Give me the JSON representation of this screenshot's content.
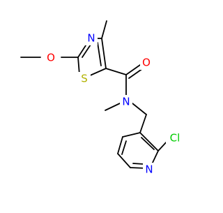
{
  "molecule": {
    "atoms": {
      "methoxy_O": {
        "label": "O",
        "color": "#ff0000"
      },
      "thiazole_N": {
        "label": "N",
        "color": "#0000ff"
      },
      "thiazole_S": {
        "label": "S",
        "color": "#b2b200"
      },
      "carbonyl_O": {
        "label": "O",
        "color": "#ff0000"
      },
      "amide_N": {
        "label": "N",
        "color": "#0000ff"
      },
      "chloro_Cl": {
        "label": "Cl",
        "color": "#00cc00"
      },
      "pyridine_N": {
        "label": "N",
        "color": "#0000ff"
      }
    }
  }
}
